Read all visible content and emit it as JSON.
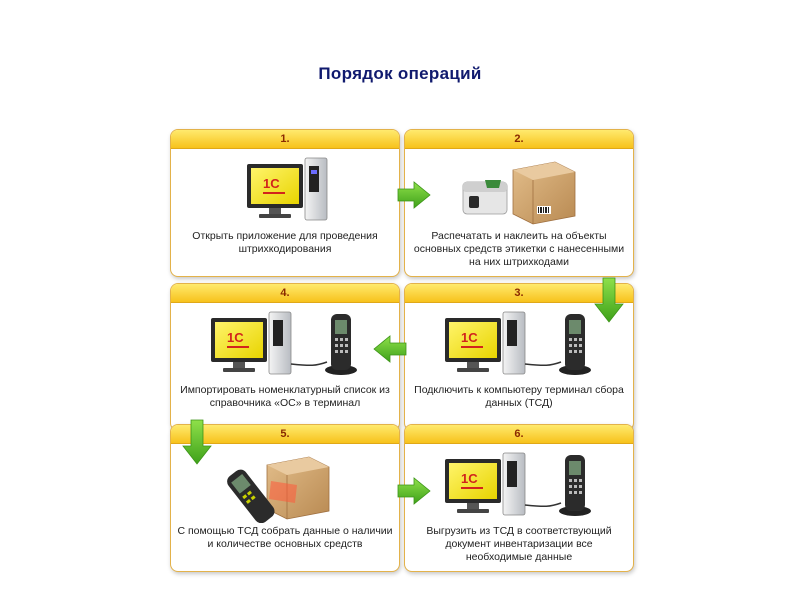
{
  "title": "Порядок  операций",
  "brand_label": "1С",
  "colors": {
    "title": "#101a6e",
    "card_header": "#f7c21c",
    "card_border": "#e3b24a",
    "arrow": "#5fc22a",
    "monitor_screen": "#f2e600"
  },
  "steps": [
    {
      "number": "1.",
      "text": "Открыть приложение для проведения штрихкодирования"
    },
    {
      "number": "2.",
      "text": "Распечатать и наклеить на объекты основных средств этикетки с нанесенными на них штрихкодами"
    },
    {
      "number": "3.",
      "text": "Подключить к компьютеру терминал сбора данных (ТСД)"
    },
    {
      "number": "4.",
      "text": "Импортировать номенклатурный список из справочника «ОС» в терминал"
    },
    {
      "number": "5.",
      "text": "С помощью ТСД собрать данные о наличии и количестве основных средств"
    },
    {
      "number": "6.",
      "text": "Выгрузить из ТСД в соответствующий документ инвентаризации все необходимые данные"
    }
  ]
}
